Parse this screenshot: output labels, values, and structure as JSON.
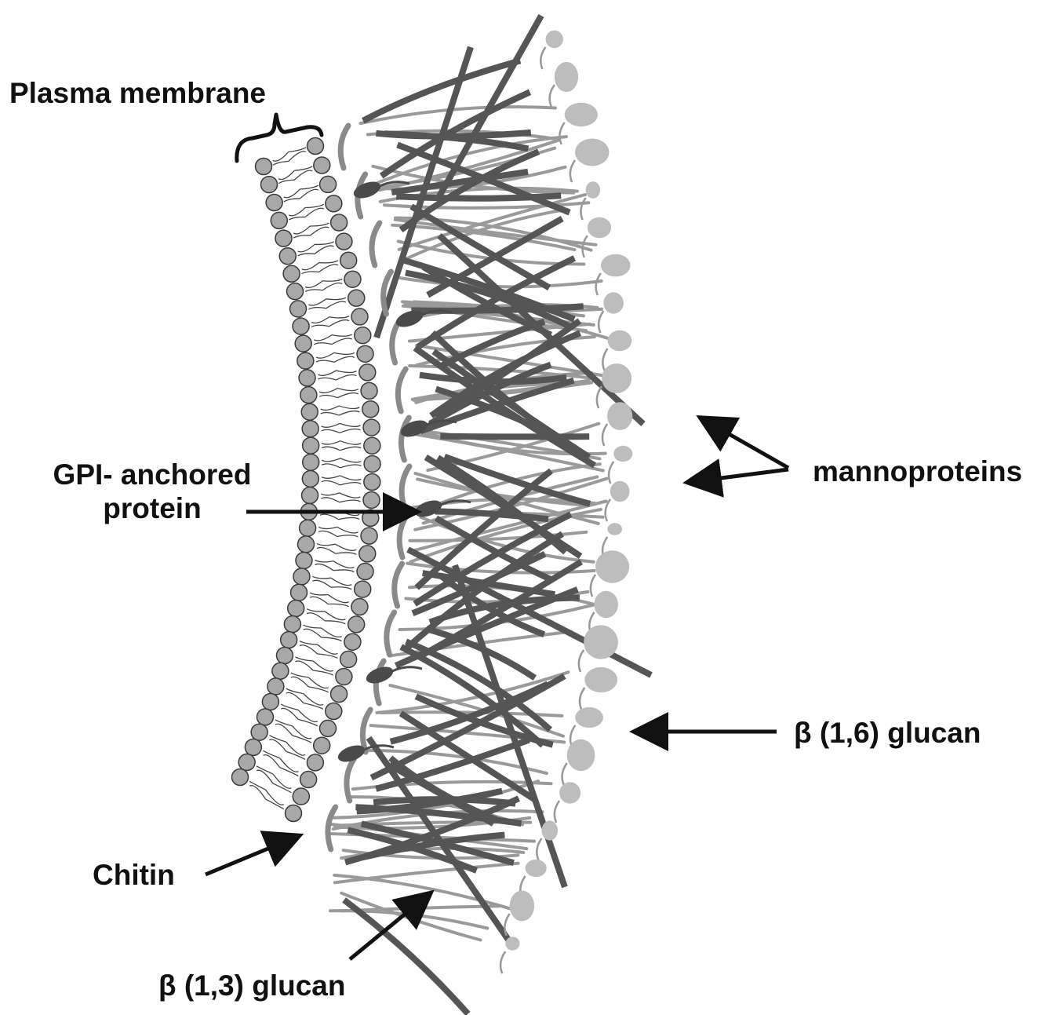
{
  "labels": {
    "plasma_membrane": "Plasma membrane",
    "gpi_line1": "GPI- anchored",
    "gpi_line2": "protein",
    "mannoproteins": "mannoproteins",
    "b16_glucan": "β (1,6) glucan",
    "chitin": "Chitin",
    "b13_glucan": "β (1,3) glucan"
  },
  "colors": {
    "lipid_head": "#a8a8a8",
    "lipid_outline": "#3a3a3a",
    "beta13_glucan": "#555555",
    "beta16_glucan": "#9a9a9a",
    "chitin": "#8a8a8a",
    "mannoprotein": "#bdbdbd",
    "gpi_protein": "#4a4a4a",
    "arrow": "#111111"
  }
}
